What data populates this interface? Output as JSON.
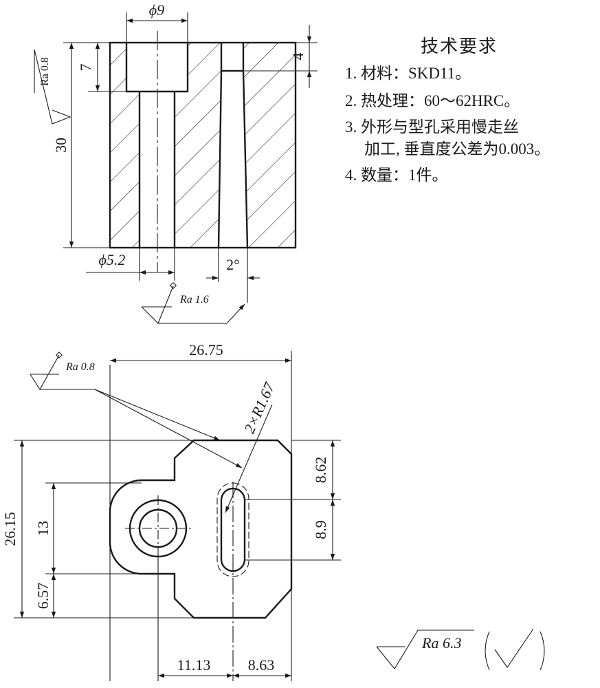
{
  "section_view": {
    "dim_counterbore_dia": "ϕ9",
    "dim_counterbore_depth": "7",
    "dim_taper_depth": "4",
    "dim_height": "30",
    "dim_hole_dia": "ϕ5.2",
    "dim_taper_angle": "2°",
    "ra_left": "Ra 0.8",
    "ra_bottom": "Ra 1.6"
  },
  "technical_requirements": {
    "title": "技术要求",
    "items": [
      "1. 材料：SKD11。",
      "2. 热处理：60～62HRC。",
      "3. 外形与型孔采用慢走丝",
      "加工, 垂直度公差为0.003。",
      "4. 数量：1件。"
    ]
  },
  "plan_view": {
    "ra_top": "Ra 0.8",
    "dim_width": "26.75",
    "dim_radius": "2×R1.67",
    "dim_total_height": "26.15",
    "dim_boss_height": "13",
    "dim_bottom_offset": "6.57",
    "dim_slot_top": "8.62",
    "dim_slot_length": "8.9",
    "dim_left_offset": "11.13",
    "dim_right_offset": "8.63"
  },
  "general_roughness": {
    "ra": "Ra 6.3"
  }
}
